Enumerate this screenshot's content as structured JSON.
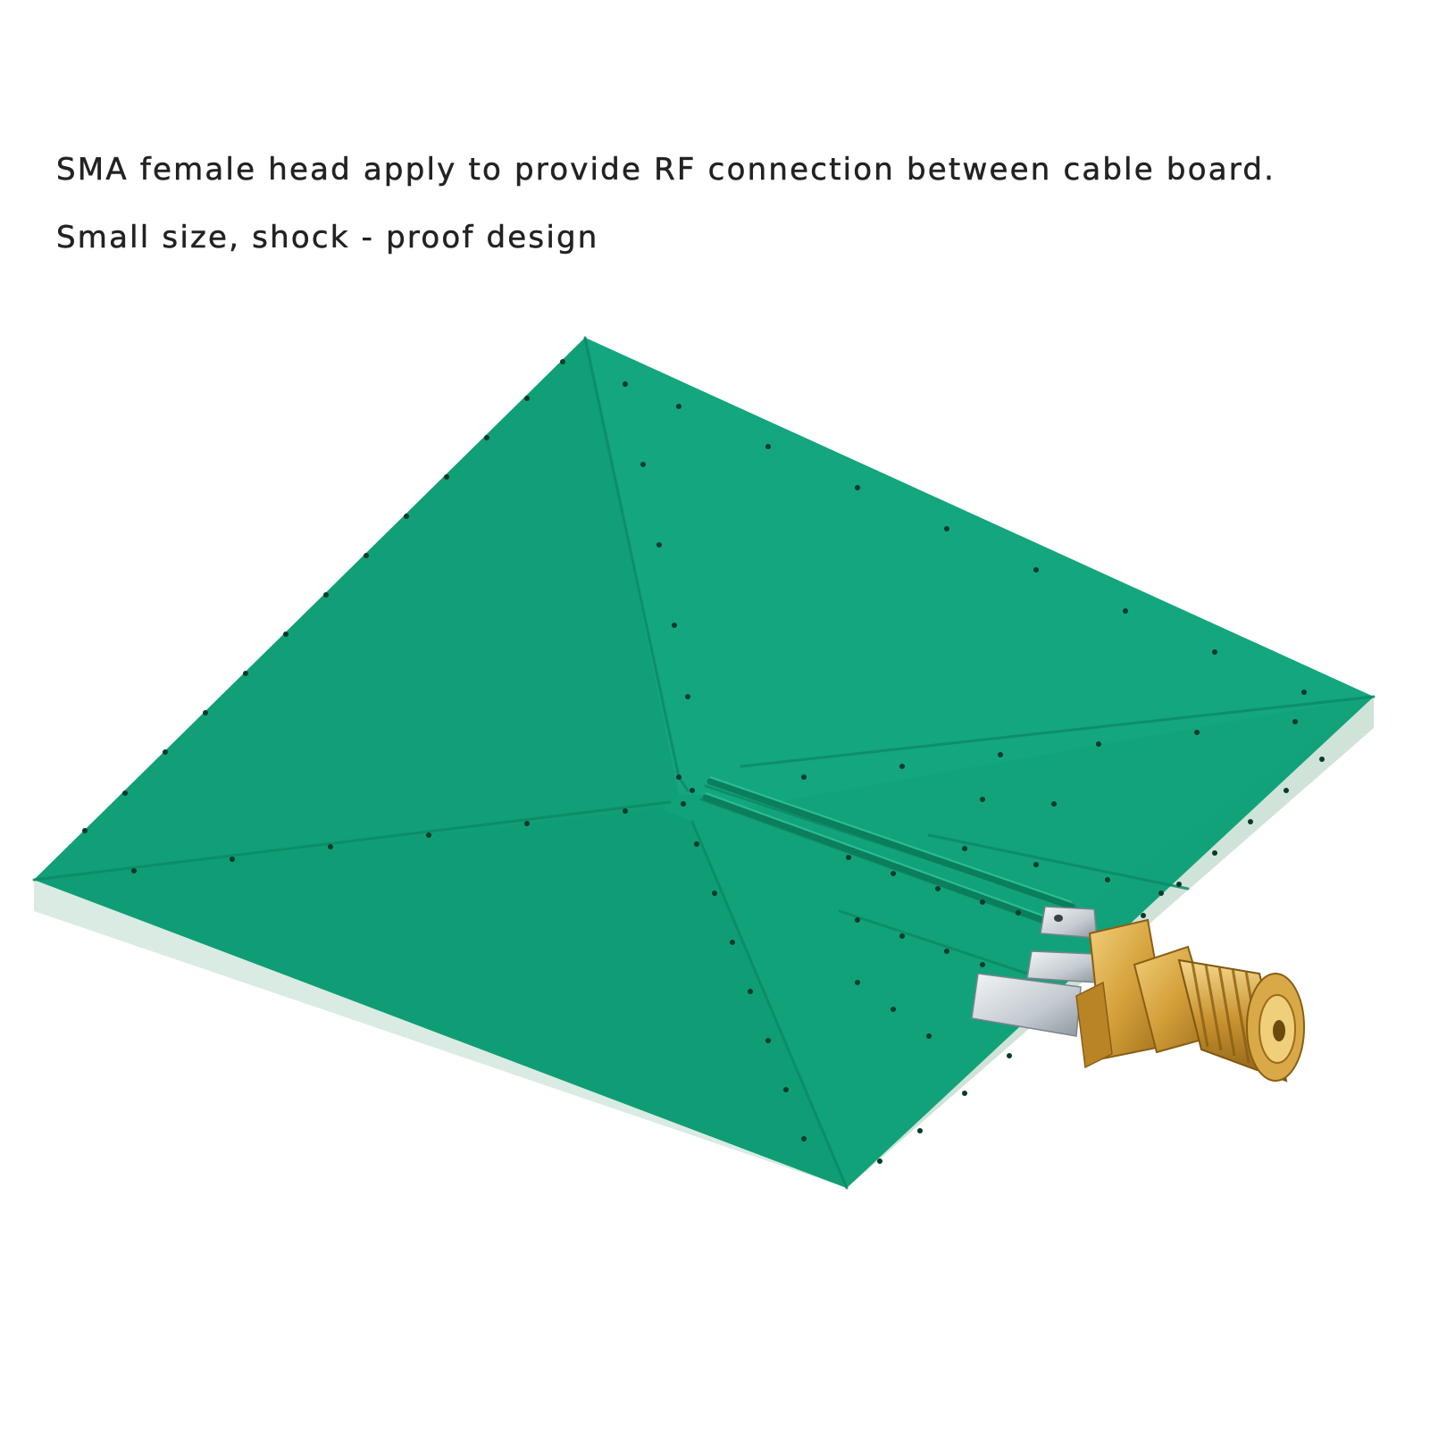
{
  "caption": {
    "line1": "SMA female head apply to provide RF connection between cable board.",
    "line2": "Small size, shock - proof design"
  },
  "colors": {
    "background": "#ffffff",
    "text": "#222222",
    "pcb_green": "#0fa077",
    "pcb_green_light": "#22b18b",
    "pcb_edge": "#d6e8de",
    "connector_gold": "#d8a43a",
    "pad_silver": "#c9cfd4"
  },
  "product": {
    "board_icon": "pcb-antenna-board",
    "connector_icon": "sma-female-connector"
  }
}
